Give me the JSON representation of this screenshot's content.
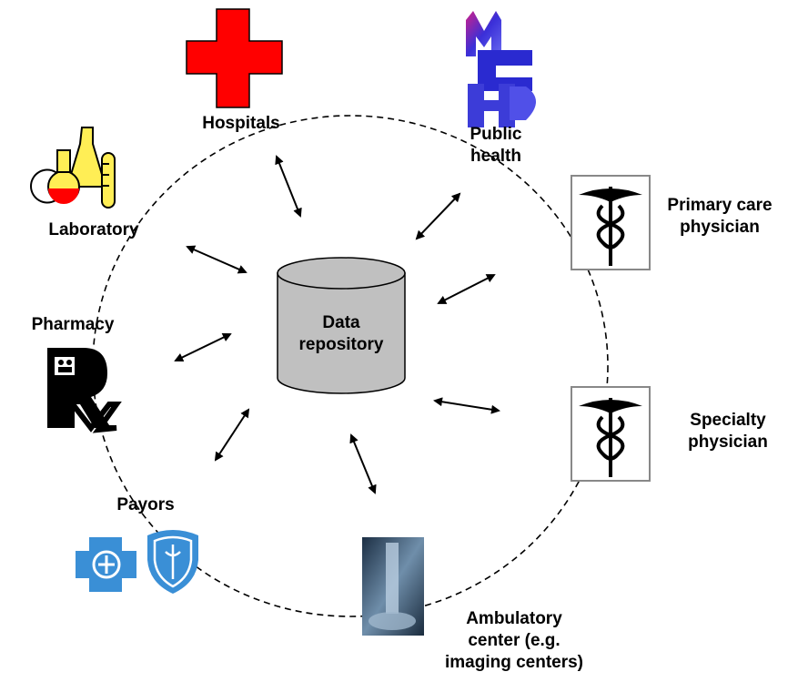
{
  "nodes": {
    "hospitals": {
      "label": "Hospitals",
      "icon": "red-cross-icon"
    },
    "public_health": {
      "label": "Public\nhealth",
      "icon": "mchd-logo-icon"
    },
    "primary_care": {
      "label": "Primary care\nphysician",
      "icon": "caduceus-icon"
    },
    "specialty": {
      "label": "Specialty\nphysician",
      "icon": "caduceus-icon"
    },
    "ambulatory": {
      "label": "Ambulatory\ncenter (e.g.\nimaging centers)",
      "icon": "xray-icon"
    },
    "payors": {
      "label": "Payors",
      "icon": "blue-cross-blue-shield-icon"
    },
    "pharmacy": {
      "label": "Pharmacy",
      "icon": "rx-icon"
    },
    "laboratory": {
      "label": "Laboratory",
      "icon": "lab-flasks-icon"
    }
  },
  "center": {
    "label": "Data\nrepository",
    "icon": "database-cylinder-icon"
  },
  "colors": {
    "cross_red": "#ff0000",
    "bcbs_blue": "#3a8fd6",
    "cylinder_fill": "#c0c0c0"
  }
}
